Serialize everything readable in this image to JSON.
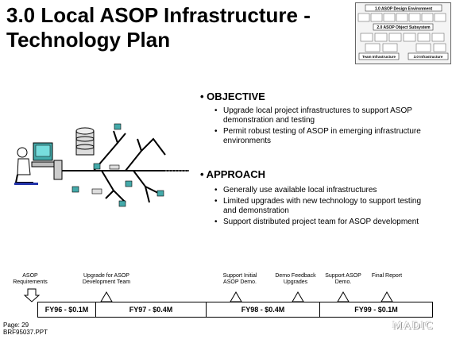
{
  "title": {
    "line1": "3.0  Local ASOP Infrastructure -",
    "line2": "Technology Plan"
  },
  "thumbnail": {
    "top_label": "1.0 ASOP Design Environment",
    "mid_label": "2.0 ASOP Object Subsystem",
    "bottom_left": "Team Infrastructure",
    "bottom_right": "3.0 Infrastructure"
  },
  "objective": {
    "heading": "• OBJECTIVE",
    "bullets": [
      "Upgrade local project infrastructures to support ASOP demonstration and testing",
      "Permit robust testing of ASOP in emerging infrastructure environments"
    ]
  },
  "approach": {
    "heading": "• APPROACH",
    "bullets": [
      "Generally use available local infrastructures",
      "Limited upgrades with new technology to support testing and demonstration",
      "Support distributed project team for ASOP development"
    ]
  },
  "timeline": {
    "milestones": [
      {
        "label": "ASOP\nRequirements"
      },
      {
        "label": "Upgrade for ASOP\nDevelopment Team"
      },
      {
        "label": "Support Initial\nASOP Demo."
      },
      {
        "label": "Demo Feedback\nUpgrades"
      },
      {
        "label": "Support ASOP\nDemo."
      },
      {
        "label": "Final Report"
      }
    ],
    "segments": [
      "FY96 - $0.1M",
      "FY97 - $0.4M",
      "FY98 - $0.4M",
      "FY99 - $0.1M"
    ]
  },
  "footer": {
    "page": "Page: 29",
    "file": "BRF95037.PPT"
  },
  "logo": "MADIC"
}
